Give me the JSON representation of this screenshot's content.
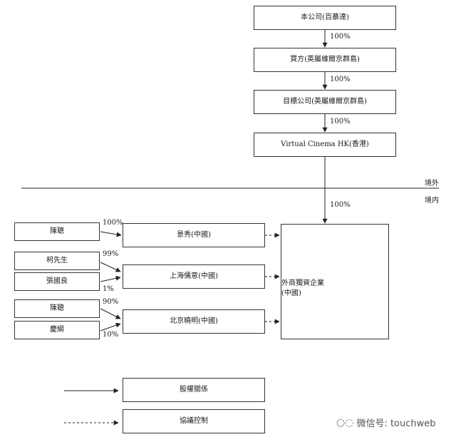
{
  "chain": [
    {
      "label": "本公司(百慕達)"
    },
    {
      "label": "買方(英屬維爾京群島)"
    },
    {
      "label": "目標公司(英屬維爾京群島)"
    },
    {
      "label": "Virtual Cinema HK(香港)"
    }
  ],
  "chain_percents": [
    "100%",
    "100%",
    "100%",
    "100%"
  ],
  "region": {
    "outside": "境外",
    "inside": "境内"
  },
  "wfoe": {
    "line1": "外商獨資企業",
    "line2": "(中國)"
  },
  "subs": [
    {
      "label": "景秀(中國)"
    },
    {
      "label": "上海儒意(中國)"
    },
    {
      "label": "北京曉明(中國)"
    }
  ],
  "holders": [
    {
      "label": "陳聰",
      "percent": "100%"
    },
    {
      "label": "柯先生",
      "percent": "99%"
    },
    {
      "label": "張國良",
      "percent": "1%"
    },
    {
      "label": "陳聰",
      "percent": "90%"
    },
    {
      "label": "慶綱",
      "percent": "10%"
    }
  ],
  "legend": [
    {
      "label": "股權關係",
      "line": "solid"
    },
    {
      "label": "協議控制",
      "line": "dashed"
    }
  ],
  "watermark": "微信号: touchweb"
}
